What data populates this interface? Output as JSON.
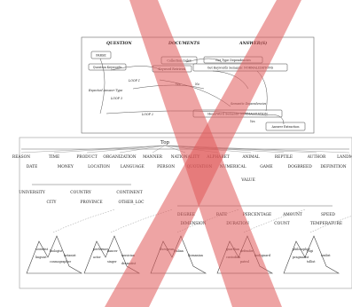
{
  "top_diagram": {
    "headers": [
      "QUESTION",
      "DOCUMENTS",
      "ANSWER(S)"
    ],
    "boxes": [
      "PARSE",
      "Collection Index",
      "Question Keywords",
      "Keyword Retrieval",
      "Get Type Dependencies",
      "Get Keywords Semantic NORMALIZATIONS",
      "Head/Word Semantic NORMALIZATION",
      "Answer Extraction"
    ],
    "labels": [
      "LOOP 1",
      "LOOP 2",
      "LOOP 3",
      "Expected Answer Type",
      "Semantic Dependencies",
      "Yes",
      "No",
      "Yes"
    ]
  },
  "bottom_diagram": {
    "top_label": "Top",
    "rows": [
      [
        "Reason",
        "Time",
        "Product",
        "Organization",
        "Manner",
        "Nationality",
        "Alphabet",
        "Animal",
        "Reptile",
        "Author",
        "Landmark"
      ],
      [
        "Date",
        "Money",
        "Location",
        "Language",
        "Person",
        "Quotation",
        "Numerical",
        "Game",
        "Dogbreed",
        "Definition"
      ],
      [
        "University",
        "Country",
        "Continent"
      ],
      [
        "City",
        "Province",
        "Other_loc"
      ],
      [
        "Value"
      ],
      [
        "Degree",
        "Rate",
        "Percentage",
        "Amount",
        "Speed"
      ],
      [
        "Dimension",
        "Duration",
        "Count",
        "Temperature"
      ]
    ],
    "leaves": [
      [
        "scientist",
        "biologist",
        "botanist",
        "linguist",
        "cosmographer"
      ],
      [
        "performer",
        "dancer",
        "musician",
        "actor",
        "singer",
        "dramatist"
      ],
      [
        "European",
        "Italian",
        "Romanian"
      ],
      [
        "guardian",
        "defender",
        "bodyguard",
        "custodian",
        "patrol"
      ],
      [
        "philosopher",
        "yogi",
        "realist",
        "pragmatist",
        "tollist"
      ]
    ]
  },
  "overlay": {
    "color": "#e05a5a",
    "opacity": 0.55
  }
}
